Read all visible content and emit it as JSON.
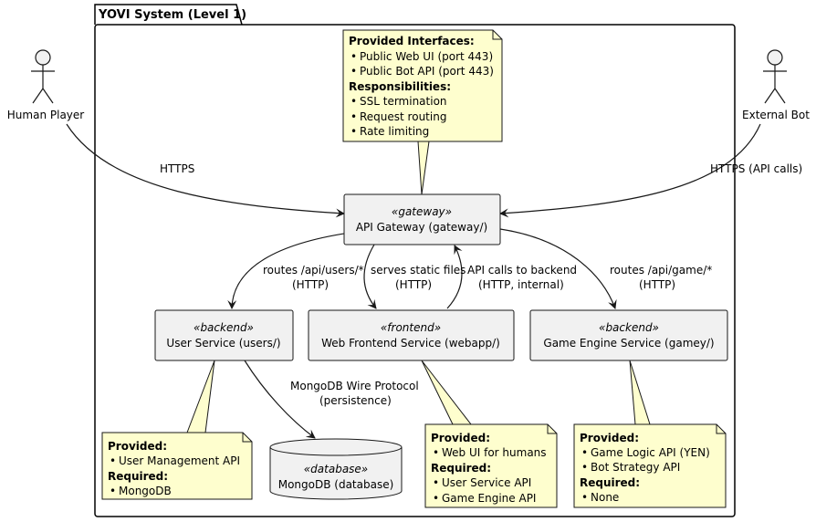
{
  "package": {
    "title": "YOVI System (Level 1)"
  },
  "actors": {
    "human": "Human Player",
    "bot": "External Bot"
  },
  "components": {
    "gateway": {
      "stereotype": "«gateway»",
      "name": "API Gateway (gateway/)"
    },
    "users": {
      "stereotype": "«backend»",
      "name": "User Service (users/)"
    },
    "webapp": {
      "stereotype": "«frontend»",
      "name": "Web Frontend Service (webapp/)"
    },
    "gamey": {
      "stereotype": "«backend»",
      "name": "Game Engine Service (gamey/)"
    },
    "mongodb": {
      "stereotype": "«database»",
      "name": "MongoDB (database)"
    }
  },
  "edges": {
    "human_gateway": "HTTPS",
    "bot_gateway": "HTTPS (API calls)",
    "gateway_users": [
      "routes /api/users/*",
      "(HTTP)"
    ],
    "gateway_webapp": [
      "serves static files",
      "(HTTP)"
    ],
    "webapp_gateway": [
      "API calls to backend",
      "(HTTP, internal)"
    ],
    "gateway_gamey": [
      "routes /api/game/*",
      "(HTTP)"
    ],
    "users_mongodb": [
      "MongoDB Wire Protocol",
      "(persistence)"
    ]
  },
  "notes": {
    "gateway": {
      "h1": "Provided Interfaces:",
      "items1": [
        "Public Web UI (port 443)",
        "Public Bot API (port 443)"
      ],
      "h2": "Responsibilities:",
      "items2": [
        "SSL termination",
        "Request routing",
        "Rate limiting"
      ]
    },
    "users": {
      "h1": "Provided:",
      "items1": [
        "User Management API"
      ],
      "h2": "Required:",
      "items2": [
        "MongoDB"
      ]
    },
    "webapp": {
      "h1": "Provided:",
      "items1": [
        "Web UI for humans"
      ],
      "h2": "Required:",
      "items2": [
        "User Service API",
        "Game Engine API"
      ]
    },
    "gamey": {
      "h1": "Provided:",
      "items1": [
        "Game Logic API (YEN)",
        "Bot Strategy API"
      ],
      "h2": "Required:",
      "items2": [
        "None"
      ]
    }
  },
  "colors": {
    "note_fill": "#fefece",
    "component_fill": "#f1f1f1",
    "border": "#181818"
  }
}
